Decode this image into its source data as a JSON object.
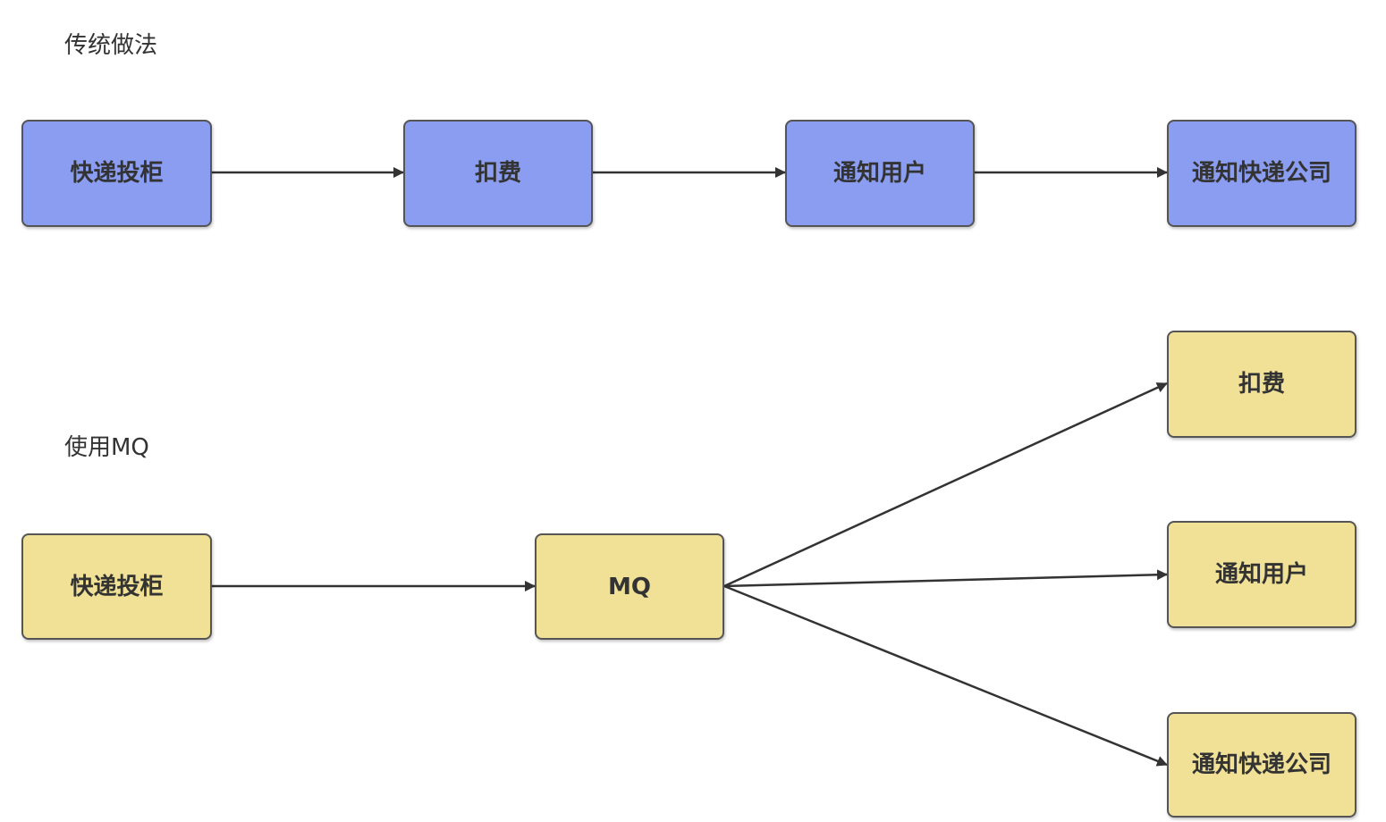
{
  "colors": {
    "traditional_fill": "#8a9df0",
    "mq_fill": "#f0e196",
    "border": "#555555",
    "edge": "#333333"
  },
  "traditional": {
    "label": "传统做法",
    "nodes": {
      "locker": "快递投柜",
      "deduct": "扣费",
      "notify_user": "通知用户",
      "notify_courier": "通知快递公司"
    }
  },
  "mq": {
    "label": "使用MQ",
    "nodes": {
      "locker": "快递投柜",
      "mq": "MQ",
      "deduct": "扣费",
      "notify_user": "通知用户",
      "notify_courier": "通知快递公司"
    }
  },
  "edges": [
    {
      "from": "traditional.locker",
      "to": "traditional.deduct"
    },
    {
      "from": "traditional.deduct",
      "to": "traditional.notify_user"
    },
    {
      "from": "traditional.notify_user",
      "to": "traditional.notify_courier"
    },
    {
      "from": "mq.locker",
      "to": "mq.mq"
    },
    {
      "from": "mq.mq",
      "to": "mq.deduct"
    },
    {
      "from": "mq.mq",
      "to": "mq.notify_user"
    },
    {
      "from": "mq.mq",
      "to": "mq.notify_courier"
    }
  ]
}
